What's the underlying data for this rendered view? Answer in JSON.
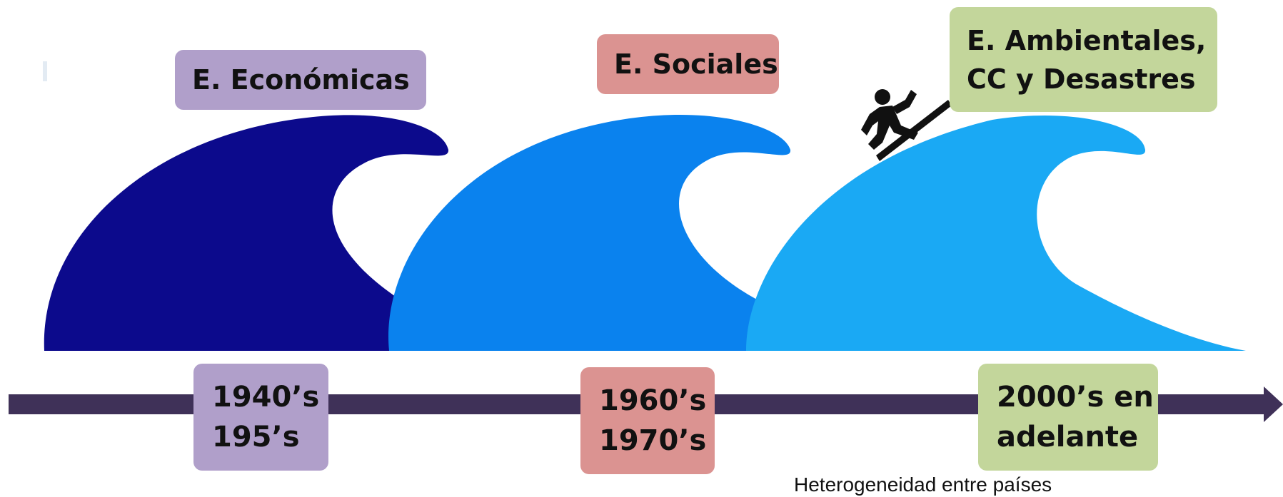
{
  "waves": [
    {
      "label": "E. Económicas",
      "label_color": "#b09fca",
      "wave_color": "#0c0a8c",
      "period_lines": [
        "1940’s",
        "195’s"
      ],
      "period_color": "#b09fca"
    },
    {
      "label": "E. Sociales",
      "label_color": "#db9391",
      "wave_color": "#0a82ee",
      "period_lines": [
        "1960’s",
        "1970’s"
      ],
      "period_color": "#db9391"
    },
    {
      "label_lines": [
        "E. Ambientales,",
        "CC y Desastres"
      ],
      "label_color": "#c3d69b",
      "wave_color": "#1aa9f4",
      "period_lines": [
        "2000’s en",
        "adelante"
      ],
      "period_color": "#c3d69b"
    }
  ],
  "timeline_color": "#3f3158",
  "surfer_icon": "surfer-icon",
  "footnote": "Heterogeneidad entre países"
}
